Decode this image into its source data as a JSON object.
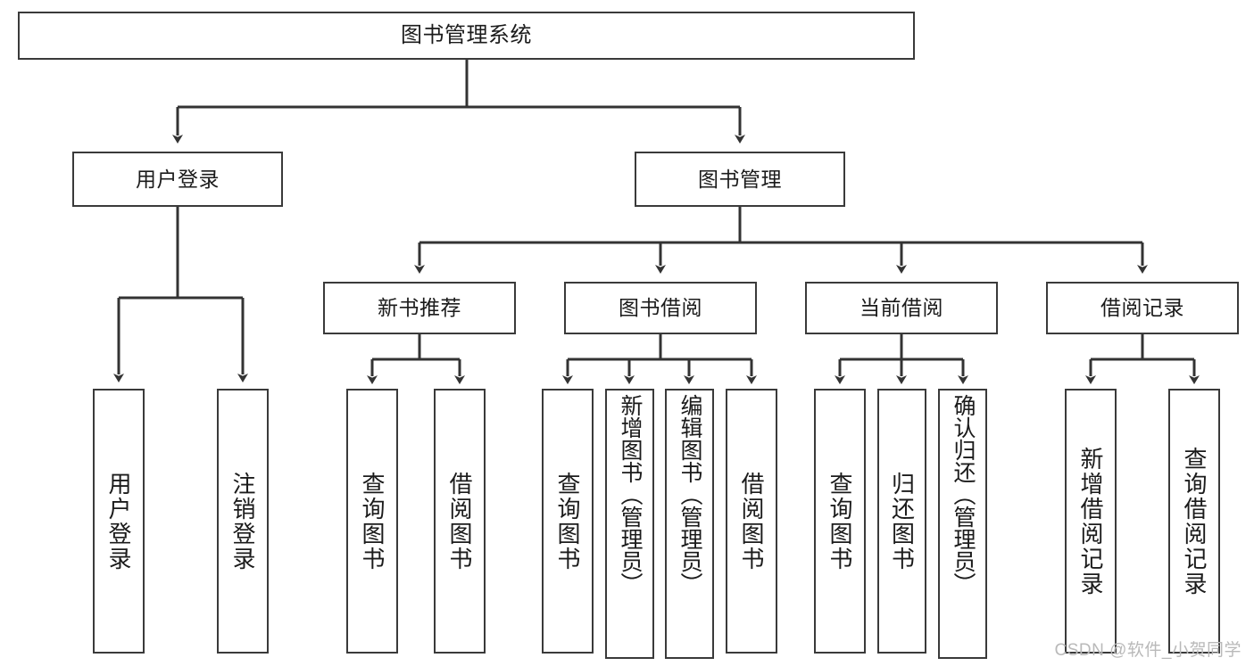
{
  "diagram": {
    "type": "hierarchy-tree",
    "title": "图书管理系统",
    "watermark": "CSDN @软件_小贺同学",
    "colors": {
      "box_border": "#3a3a3a",
      "box_fill": "#ffffff",
      "connector": "#333333",
      "text": "#1b1b1b",
      "watermark": "#b9b9b9"
    },
    "root": {
      "id": "root",
      "label": "图书管理系统",
      "level": 1
    },
    "level2": [
      {
        "id": "user-login",
        "label": "用户登录",
        "level": 2
      },
      {
        "id": "book-management",
        "label": "图书管理",
        "level": 2
      }
    ],
    "level3": [
      {
        "id": "new-book-recommend",
        "label": "新书推荐",
        "level": 3,
        "parent": "book-management"
      },
      {
        "id": "book-borrow",
        "label": "图书借阅",
        "level": 3,
        "parent": "book-management"
      },
      {
        "id": "current-borrow",
        "label": "当前借阅",
        "level": 3,
        "parent": "book-management"
      },
      {
        "id": "borrow-record",
        "label": "借阅记录",
        "level": 3,
        "parent": "book-management"
      }
    ],
    "leaves": {
      "user_login": [
        {
          "id": "leaf-user-login",
          "label": "用户登录"
        },
        {
          "id": "leaf-user-logout",
          "label": "注销登录"
        }
      ],
      "new_book_recommend": [
        {
          "id": "leaf-query-book-1",
          "label": "查询图书"
        },
        {
          "id": "leaf-borrow-book-1",
          "label": "借阅图书"
        }
      ],
      "book_borrow": [
        {
          "id": "leaf-query-book-2",
          "label": "查询图书"
        },
        {
          "id": "leaf-add-book",
          "label": "新增图书（管理员）"
        },
        {
          "id": "leaf-edit-book",
          "label": "编辑图书（管理员）"
        },
        {
          "id": "leaf-borrow-book-2",
          "label": "借阅图书"
        }
      ],
      "current_borrow": [
        {
          "id": "leaf-query-book-3",
          "label": "查询图书"
        },
        {
          "id": "leaf-return-book",
          "label": "归还图书"
        },
        {
          "id": "leaf-confirm-return",
          "label": "确认归还（管理员）"
        }
      ],
      "borrow_record": [
        {
          "id": "leaf-add-record",
          "label": "新增借阅记录"
        },
        {
          "id": "leaf-query-record",
          "label": "查询借阅记录"
        }
      ]
    }
  }
}
